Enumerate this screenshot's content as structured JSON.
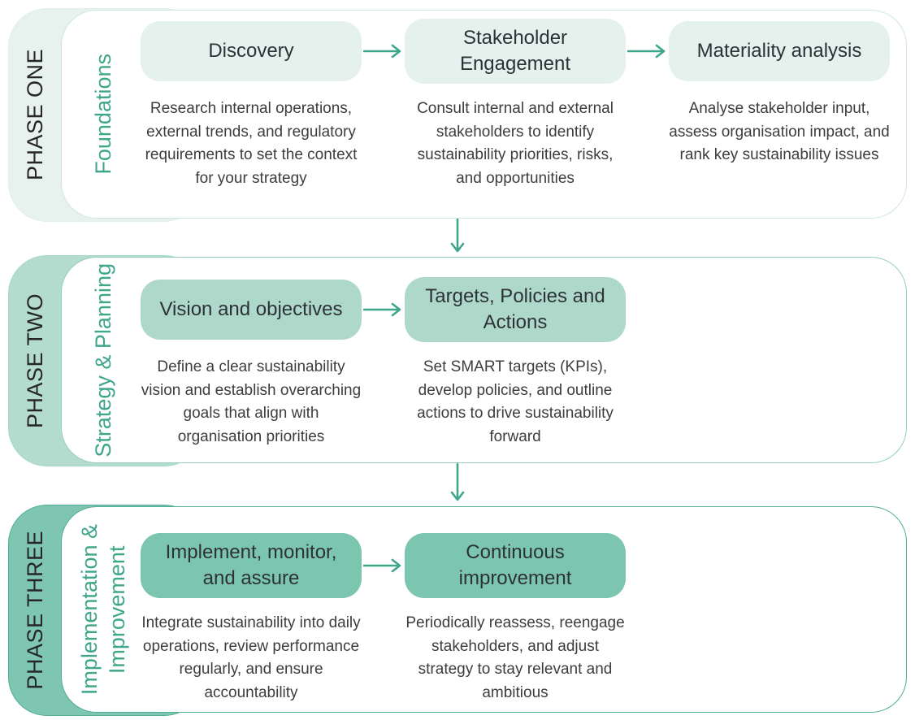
{
  "theme": {
    "accent": "#3fa68c",
    "background": "#ffffff",
    "title_text": "#2c3237",
    "body_text": "#3d3d3d",
    "phase_label_text": "#262626"
  },
  "phases": [
    {
      "phase_label": "PHASE ONE",
      "category_label": "Foundations",
      "colors": {
        "tab": "#e7f2ee",
        "tabBorder": "#e0efe9",
        "box": "#e4f1ec",
        "panelBorder": "#cde7de"
      },
      "steps": [
        {
          "title": "Discovery",
          "description": "Research internal operations, external trends, and regulatory requirements to set the context for your strategy"
        },
        {
          "title": "Stakeholder Engagement",
          "description": "Consult internal and external stakeholders to identify sustainability priorities, risks, and opportunities"
        },
        {
          "title": "Materiality analysis",
          "description": "Analyse stakeholder input, assess organisation impact, and rank key sustainability issues"
        }
      ]
    },
    {
      "phase_label": "PHASE TWO",
      "category_label": "Strategy & Planning",
      "colors": {
        "tab": "#b4dcce",
        "tabBorder": "#a8d6c7",
        "box": "#aed9ca",
        "panelBorder": "#93cfbd"
      },
      "steps": [
        {
          "title": "Vision and objectives",
          "description": "Define a clear sustainability vision and establish overarching goals that align with organisation priorities"
        },
        {
          "title": "Targets,  Policies and Actions",
          "description": "Set SMART targets (KPIs), develop policies, and outline actions to drive sustainability forward"
        }
      ]
    },
    {
      "phase_label": "PHASE THREE",
      "category_label": "Implementation &\nImprovement",
      "colors": {
        "tab": "#7ec6b1",
        "tabBorder": "#4fae93",
        "box": "#7cc5ae",
        "panelBorder": "#4fae93"
      },
      "steps": [
        {
          "title": "Implement, monitor, and assure",
          "description": "Integrate sustainability into daily operations, review performance regularly, and ensure accountability"
        },
        {
          "title": "Continuous improvement",
          "description": "Periodically reassess, reengage stakeholders, and adjust strategy to stay relevant and ambitious"
        }
      ]
    }
  ]
}
